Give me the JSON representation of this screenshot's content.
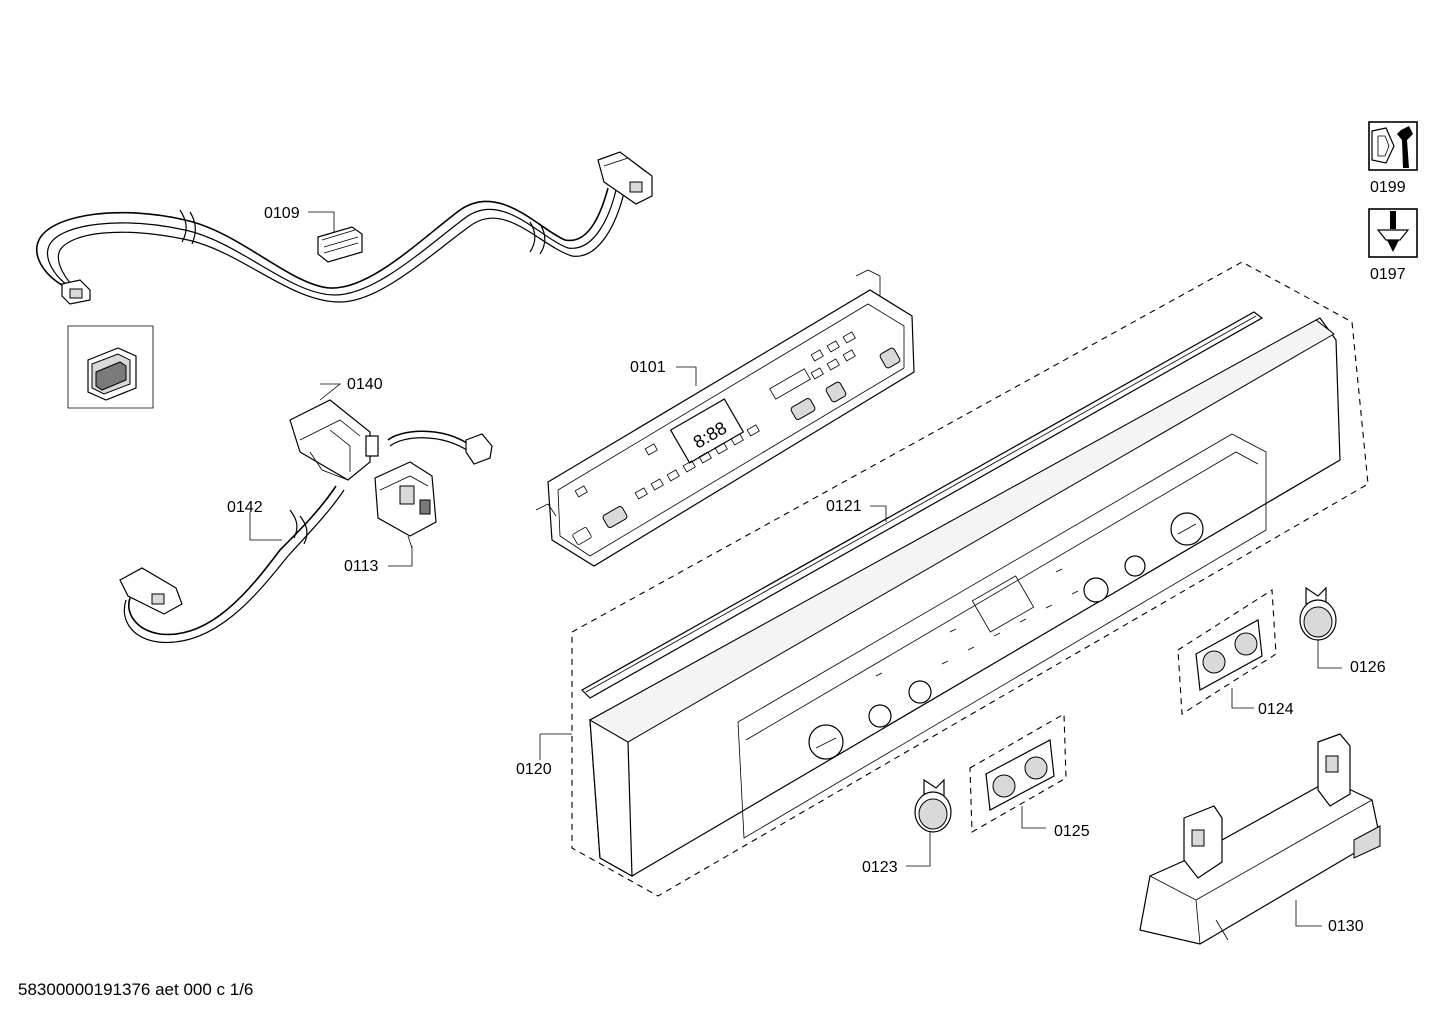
{
  "document_id": "58300000191376 aet 000 c 1/6",
  "part_labels": {
    "p0101": "0101",
    "p0109": "0109",
    "p0113": "0113",
    "p0120": "0120",
    "p0121": "0121",
    "p0123": "0123",
    "p0124": "0124",
    "p0125": "0125",
    "p0126": "0126",
    "p0130": "0130",
    "p0140": "0140",
    "p0142": "0142"
  },
  "tool_icons": [
    {
      "icon": "wrench-nut-icon",
      "label": "0199"
    },
    {
      "icon": "screwdriver-screw-icon",
      "label": "0197"
    }
  ],
  "display_text": "8:88"
}
